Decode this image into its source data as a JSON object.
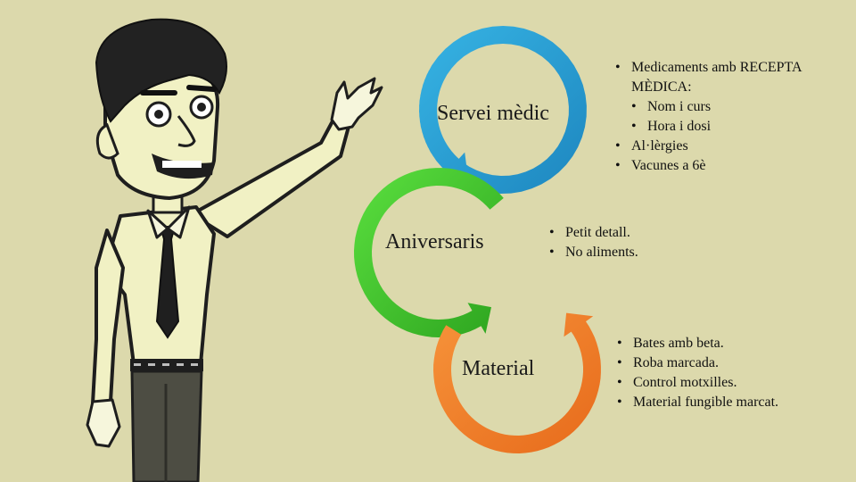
{
  "cycle": {
    "nodes": [
      {
        "label": "Servei mèdic",
        "color": "#2ea3d8",
        "details": [
          {
            "text": "Medicaments amb RECEPTA",
            "level": 0
          },
          {
            "text": "MÈDICA:",
            "level": 0,
            "continuation": true
          },
          {
            "text": "Nom i curs",
            "level": 1
          },
          {
            "text": "Hora i dosi",
            "level": 1
          },
          {
            "text": "Al·lèrgies",
            "level": 0
          },
          {
            "text": "Vacunes a 6è",
            "level": 0
          }
        ]
      },
      {
        "label": "Aniversaris",
        "color": "#44c72f",
        "details": [
          {
            "text": "Petit detall.",
            "level": 0
          },
          {
            "text": "No aliments.",
            "level": 0
          }
        ]
      },
      {
        "label": "Material",
        "color": "#f07f26",
        "details": [
          {
            "text": "Bates amb beta.",
            "level": 0
          },
          {
            "text": "Roba marcada.",
            "level": 0
          },
          {
            "text": "Control motxilles.",
            "level": 0
          },
          {
            "text": "Material fungible marcat.",
            "level": 0
          }
        ]
      }
    ]
  },
  "figure": {
    "icon": "pointing-man-illustration"
  }
}
